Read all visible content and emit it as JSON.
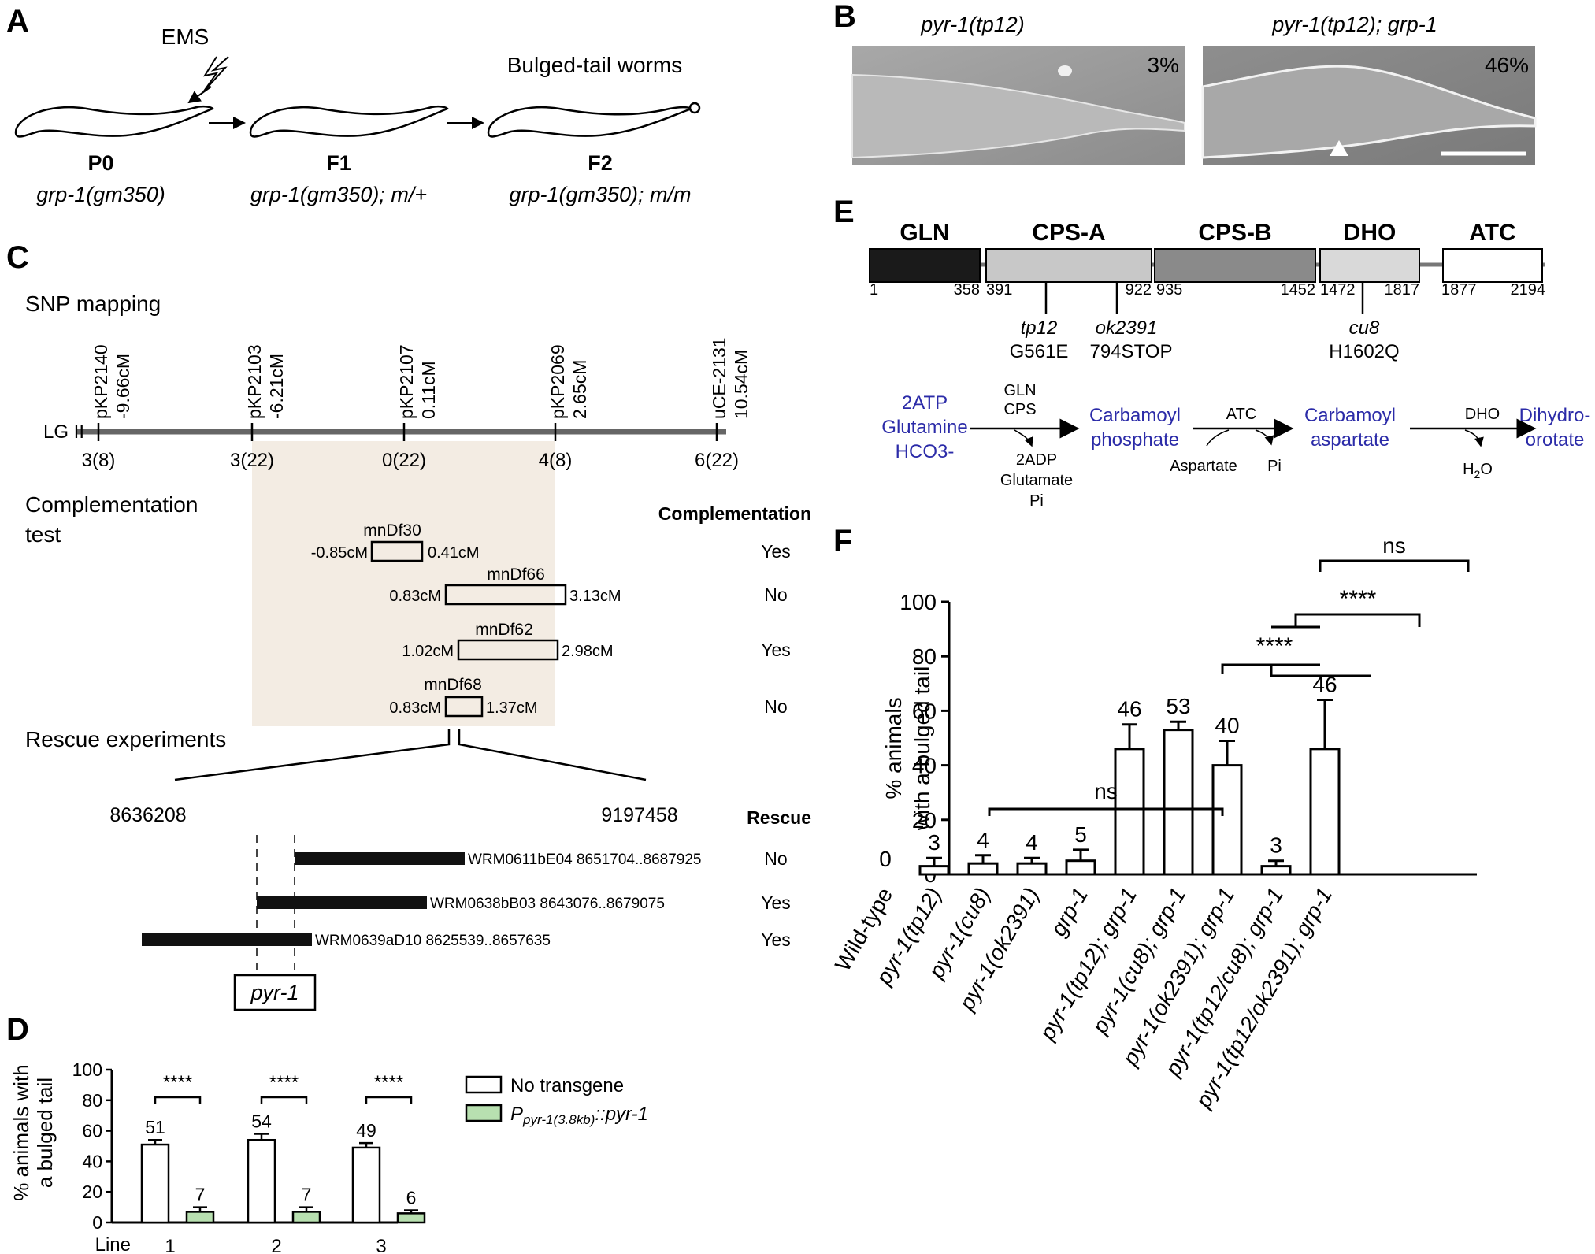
{
  "panels": {
    "a": "A",
    "b": "B",
    "c": "C",
    "d": "D",
    "e": "E",
    "f": "F"
  },
  "panel_a": {
    "ems": "EMS",
    "bulged": "Bulged-tail worms",
    "gen_p0": "P0",
    "gen_f1": "F1",
    "gen_f2": "F2",
    "geno_p0": "grp-1(gm350)",
    "geno_f1": "grp-1(gm350); m/+",
    "geno_f2": "grp-1(gm350); m/m"
  },
  "panel_b": {
    "left_title": "pyr-1(tp12)",
    "right_title": "pyr-1(tp12); grp-1",
    "left_pct": "3%",
    "right_pct": "46%"
  },
  "panel_c": {
    "snp_title": "SNP mapping",
    "lg": "LG II",
    "markers": [
      {
        "name": "pKP2140",
        "cm": "-9.66cM",
        "count": "3(8)"
      },
      {
        "name": "pKP2103",
        "cm": "-6.21cM",
        "count": "3(22)"
      },
      {
        "name": "pKP2107",
        "cm": "0.11cM",
        "count": "0(22)"
      },
      {
        "name": "pKP2069",
        "cm": "2.65cM",
        "count": "4(8)"
      },
      {
        "name": "uCE-2131",
        "cm": "10.54cM",
        "count": "6(22)"
      }
    ],
    "comp_title_1": "Complementation",
    "comp_title_2": "test",
    "comp_header": "Complementation",
    "dfs": [
      {
        "name": "mnDf30",
        "left": "-0.85cM",
        "right": "0.41cM",
        "result": "Yes"
      },
      {
        "name": "mnDf66",
        "left": "0.83cM",
        "right": "3.13cM",
        "result": "No"
      },
      {
        "name": "mnDf62",
        "left": "1.02cM",
        "right": "2.98cM",
        "result": "Yes"
      },
      {
        "name": "mnDf68",
        "left": "0.83cM",
        "right": "1.37cM",
        "result": "No"
      }
    ],
    "rescue_title": "Rescue experiments",
    "rescue_header": "Rescue",
    "coord_left": "8636208",
    "coord_right": "9197458",
    "clones": [
      {
        "label": "WRM0611bE04 8651704..8687925",
        "result": "No"
      },
      {
        "label": "WRM0638bB03 8643076..8679075",
        "result": "Yes"
      },
      {
        "label": "WRM0639aD10 8625539..8657635",
        "result": "Yes"
      }
    ],
    "gene": "pyr-1"
  },
  "panel_d": {
    "ylabel_1": "% animals with",
    "ylabel_2": "a bulged tail",
    "yticks": [
      "0",
      "20",
      "40",
      "60",
      "80",
      "100"
    ],
    "xtitle": "Line",
    "legend_no": "No transgene",
    "legend_p": "P",
    "legend_sub": "pyr-1(3.8kb)",
    "legend_tail": "::pyr-1",
    "sig": "****"
  },
  "panel_e": {
    "domains": [
      {
        "name": "GLN",
        "start": "1",
        "end": "358"
      },
      {
        "name": "CPS-A",
        "start": "391",
        "end": "922"
      },
      {
        "name": "CPS-B",
        "start": "935",
        "end": "1452"
      },
      {
        "name": "DHO",
        "start": "1472",
        "end": "1817"
      },
      {
        "name": "ATC",
        "start": "1877",
        "end": "2194"
      }
    ],
    "mutations": [
      {
        "allele": "tp12",
        "change": "G561E"
      },
      {
        "allele": "ok2391",
        "change": "794STOP"
      },
      {
        "allele": "cu8",
        "change": "H1602Q"
      }
    ],
    "pathway": {
      "sub1_l1": "2ATP",
      "sub1_l2": "Glutamine",
      "sub1_l3": "HCO3-",
      "enz1_l1": "GLN",
      "enz1_l2": "CPS",
      "by1_l1": "2ADP",
      "by1_l2": "Glutamate",
      "by1_l3": "Pi",
      "prod1_l1": "Carbamoyl",
      "prod1_l2": "phosphate",
      "enz2": "ATC",
      "in2": "Aspartate",
      "by2": "Pi",
      "prod2_l1": "Carbamoyl",
      "prod2_l2": "aspartate",
      "enz3": "DHO",
      "by3": "H",
      "by3_sub": "2",
      "by3_tail": "O",
      "prod3_l1": "Dihydro-",
      "prod3_l2": "orotate"
    },
    "colors": {
      "substrate_text": "#2b2ba8",
      "gln": "#1a1a1a",
      "cpsa": "#c8c8c8",
      "cpsb": "#8a8a8a",
      "dho": "#d9d9d9",
      "atc": "#ffffff"
    }
  },
  "panel_f": {
    "ylabel_1": "% animals",
    "ylabel_2": "with a bulged tail",
    "yticks": [
      "0",
      "20",
      "40",
      "60",
      "80",
      "100"
    ],
    "sig_ns_1": "ns",
    "sig_ns_2": "ns",
    "sig_star_1": "****",
    "sig_star_2": "****"
  },
  "chart_data": [
    {
      "type": "bar",
      "panel": "D",
      "categories": [
        "1",
        "2",
        "3"
      ],
      "xlabel": "Line",
      "ylabel": "% animals with a bulged tail",
      "ylim": [
        0,
        100
      ],
      "series": [
        {
          "name": "No transgene",
          "values": [
            51,
            54,
            49
          ],
          "errors": [
            3,
            4,
            3
          ],
          "labels": [
            "51",
            "54",
            "49"
          ],
          "color": "#ffffff"
        },
        {
          "name": "Ppyr-1(3.8kb)::pyr-1",
          "values": [
            7,
            7,
            6
          ],
          "errors": [
            3,
            3,
            2
          ],
          "labels": [
            "7",
            "7",
            "6"
          ],
          "color": "#b8e0b0"
        }
      ]
    },
    {
      "type": "bar",
      "panel": "F",
      "categories": [
        "Wild-type",
        "pyr-1(tp12)",
        "pyr-1(cu8)",
        "pyr-1(ok2391)",
        "grp-1",
        "pyr-1(tp12); grp-1",
        "pyr-1(cu8); grp-1",
        "pyr-1(ok2391); grp-1",
        "pyr-1(tp12/cu8); grp-1",
        "pyr-1(tp12/ok2391); grp-1"
      ],
      "ylabel": "% animals with a bulged tail",
      "ylim": [
        0,
        100
      ],
      "values": [
        0,
        3,
        4,
        4,
        5,
        46,
        53,
        40,
        3,
        46
      ],
      "errors": [
        0,
        3,
        3,
        2,
        4,
        9,
        3,
        9,
        2,
        18
      ],
      "labels": [
        "0",
        "3",
        "4",
        "4",
        "5",
        "46",
        "53",
        "40",
        "3",
        "46"
      ]
    }
  ]
}
